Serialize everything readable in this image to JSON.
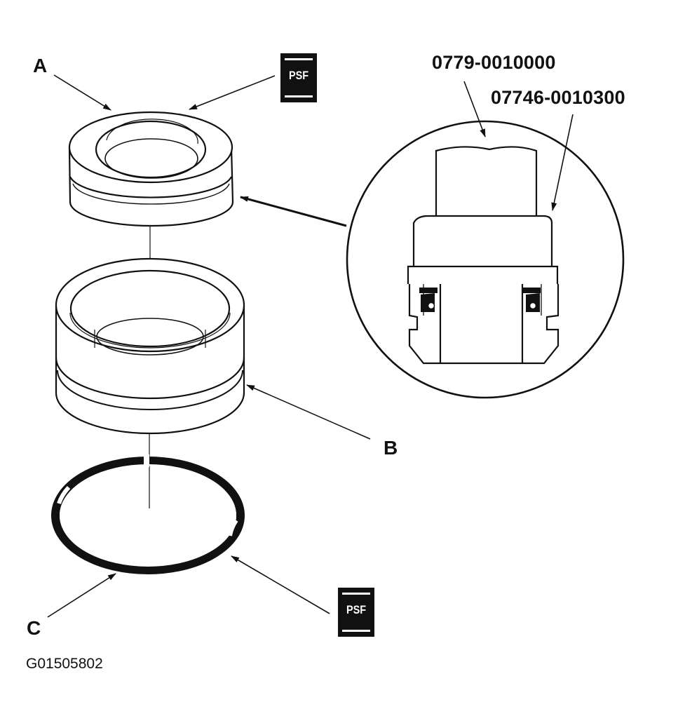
{
  "labels": {
    "a": "A",
    "b": "B",
    "c": "C",
    "part_number_1": "0779-0010000",
    "part_number_2": "07746-0010300",
    "figure_id": "G01505802"
  },
  "badges": {
    "top": "PSF",
    "bottom": "PSF"
  },
  "colors": {
    "ink": "#111111",
    "background": "#ffffff"
  }
}
